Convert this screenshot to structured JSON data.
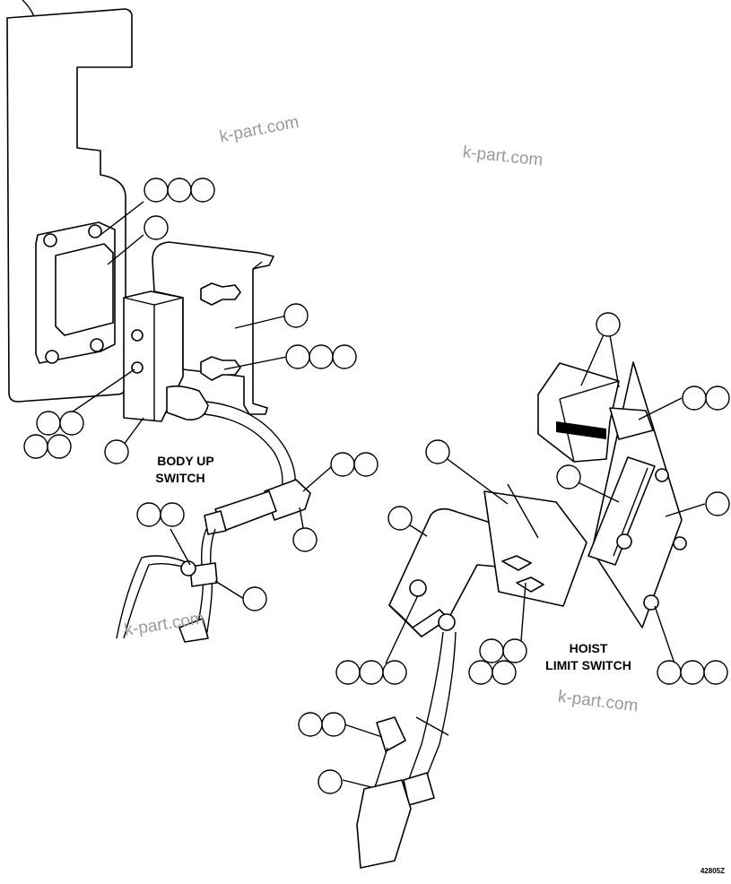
{
  "diagram": {
    "labels": {
      "body_up_switch_line1": "BODY UP",
      "body_up_switch_line2": "SWITCH",
      "hoist_limit_switch_line1": "HOIST",
      "hoist_limit_switch_line2": "LIMIT SWITCH"
    },
    "watermark": "k-part.com",
    "reference_number": "42805Z"
  }
}
